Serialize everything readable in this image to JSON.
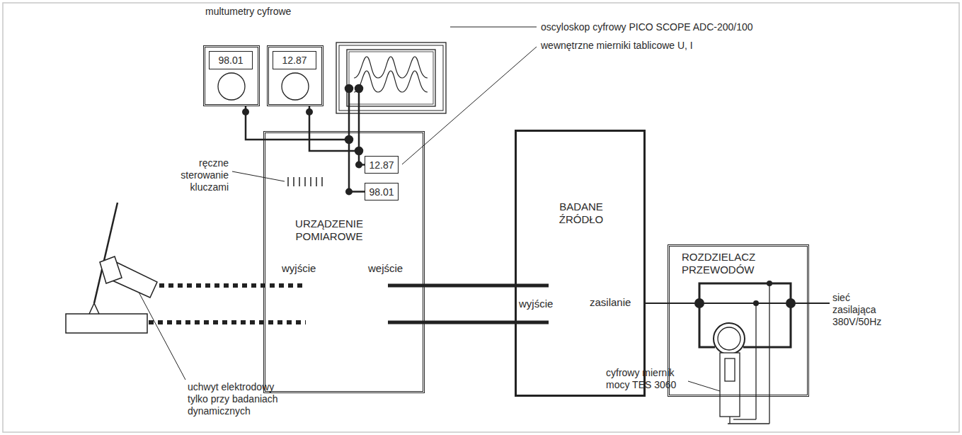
{
  "diagram": {
    "nodes": [
      {
        "text": [
          "98.01"
        ]
      },
      {
        "text": [
          "12.87"
        ]
      },
      {
        "text": [
          "URZĄDZENIE POMIAROWE",
          "wyjście",
          "wejście"
        ]
      },
      {
        "text": [
          "12.87"
        ],
        "in": 2
      },
      {
        "text": [
          "98.01"
        ],
        "in": 2
      },
      {
        "text": [
          "BADANE ŹRÓDŁO",
          "wyjście",
          "zasilanie"
        ]
      },
      {
        "text": [
          "ROZDZIELACZ PRZEWODÓW"
        ]
      }
    ],
    "edges": [
      {
        "from": 0,
        "to": 4,
        "arrow": "none"
      },
      {
        "from": 1,
        "to": 3,
        "arrow": "none"
      },
      {
        "from": 2,
        "to": 5,
        "arrow": "none"
      },
      {
        "from": 2,
        "to": 5,
        "arrow": "none"
      },
      {
        "from": 5,
        "to": 6,
        "arrow": "none"
      }
    ],
    "labels": [
      "multumetry cyfrowe",
      "oscyloskop cyfrowy PICO SCOPE ADC-200/100",
      "wewnętrzne mierniki tablicowe U, I",
      "ręczne sterowanie kluczami",
      "uchwyt elektrodowy tylko przy badaniach dynamicznych",
      "cyfrowy miernik mocy TES 3060",
      "sieć zasilająca 380V/50Hz"
    ]
  }
}
